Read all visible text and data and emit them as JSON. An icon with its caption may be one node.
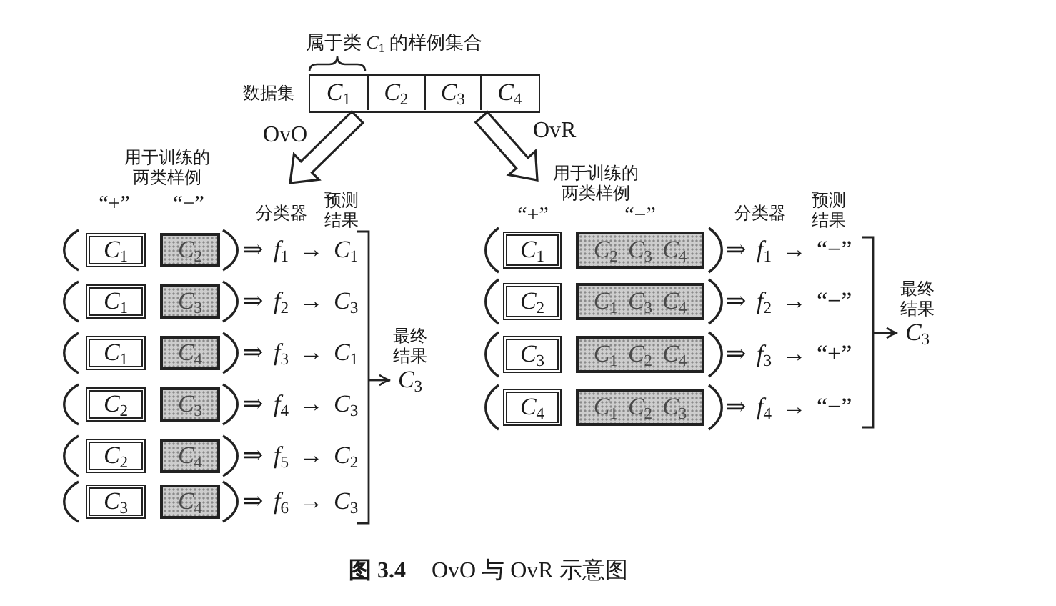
{
  "diagram": {
    "nodes": [
      {
        "text": [],
        "shape": "box"
      },
      {
        "text": [
          "*C*$_{1}$"
        ],
        "in": 0
      },
      {
        "text": [
          "*C*$_{2}$"
        ],
        "in": 0
      },
      {
        "text": [
          "*C*$_{3}$"
        ],
        "in": 0
      },
      {
        "text": [
          "*C*$_{4}$"
        ],
        "in": 0
      },
      {
        "text": [
          "*C*$_{1}$"
        ]
      },
      {
        "text": [
          "*C*$_{2}$"
        ]
      },
      {
        "text": [
          "*C*$_{1}$"
        ]
      },
      {
        "text": [
          "*C*$_{3}$"
        ]
      },
      {
        "text": [
          "*C*$_{1}$"
        ]
      },
      {
        "text": [
          "*C*$_{4}$"
        ]
      },
      {
        "text": [
          "*C*$_{2}$"
        ]
      },
      {
        "text": [
          "*C*$_{3}$"
        ]
      },
      {
        "text": [
          "*C*$_{2}$"
        ]
      },
      {
        "text": [
          "*C*$_{4}$"
        ]
      },
      {
        "text": [
          "*C*$_{3}$"
        ]
      },
      {
        "text": [
          "*C*$_{4}$"
        ]
      },
      {
        "text": [
          "最终结果",
          "*C*$_{3}$"
        ]
      },
      {
        "text": [
          "*C*$_{1}$"
        ]
      },
      {
        "text": [
          "*C*$_{2}$",
          "*C*$_{3}$",
          "*C*$_{4}$"
        ]
      },
      {
        "text": [
          "*C*$_{2}$"
        ]
      },
      {
        "text": [
          "*C*$_{1}$",
          "*C*$_{3}$",
          "*C*$_{4}$"
        ]
      },
      {
        "text": [
          "*C*$_{3}$"
        ]
      },
      {
        "text": [
          "*C*$_{1}$",
          "*C*$_{2}$",
          "*C*$_{4}$"
        ]
      },
      {
        "text": [
          "*C*$_{4}$"
        ]
      },
      {
        "text": [
          "*C*$_{1}$",
          "*C*$_{2}$",
          "*C*$_{3}$"
        ]
      },
      {
        "text": [
          "最终结果",
          "*C*$_{3}$"
        ]
      }
    ],
    "edges": [
      {
        "from": 0,
        "to": null,
        "arrow": "to",
        "label": "OvO"
      },
      {
        "from": 0,
        "to": null,
        "arrow": "to",
        "label": "OvR"
      },
      {
        "from": null,
        "to": 17,
        "arrow": "to"
      },
      {
        "from": null,
        "to": 26,
        "arrow": "to"
      }
    ],
    "labels": [
      "属于类 *C*$_{1}$ 的样例集合",
      "数据集",
      "用于训练的两类样例",
      "“+”",
      "“−”",
      "分类器",
      "预测结果",
      "⇒ *f*$_{1}$ → *C*$_{1}$",
      "⇒ *f*$_{2}$ → *C*$_{3}$",
      "⇒ *f*$_{3}$ → *C*$_{1}$",
      "⇒ *f*$_{4}$ → *C*$_{3}$",
      "⇒ *f*$_{5}$ → *C*$_{2}$",
      "⇒ *f*$_{6}$ → *C*$_{3}$",
      "用于训练的两类样例",
      "“+”",
      "“−”",
      "分类器",
      "预测结果",
      "⇒ *f*$_{1}$ → “−”",
      "⇒ *f*$_{2}$ → “−”",
      "⇒ *f*$_{3}$ → “+”",
      "⇒ *f*$_{4}$ → “−”"
    ],
    "caption": "**图 3.4** OvO 与 OvR 示意图"
  }
}
